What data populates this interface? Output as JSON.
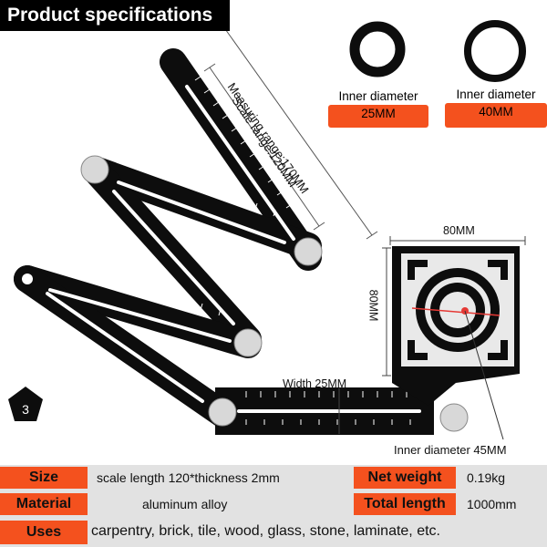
{
  "title": "Product specifications",
  "labels": {
    "measuring_range": "Measuring range:170MM",
    "scale_range": "Scale range:120MM",
    "width": "Width 25MM",
    "dim_top": "80MM",
    "dim_side": "80MM",
    "inner_45": "Inner diameter 45MM",
    "badge": "3"
  },
  "rings": [
    {
      "line1": "Inner diameter",
      "line2": "25MM"
    },
    {
      "line1": "Inner diameter",
      "line2": "40MM"
    }
  ],
  "specs": {
    "size_label": "Size",
    "size_value": "scale length 120*thickness 2mm",
    "weight_label": "Net weight",
    "weight_value": "0.19kg",
    "material_label": "Material",
    "material_value": "aluminum alloy",
    "length_label": "Total length",
    "length_value": "1000mm",
    "uses_label": "Uses",
    "uses_value": "carpentry, brick, tile, wood, glass, stone, laminate, etc."
  },
  "colors": {
    "accent": "#f4511e",
    "ruler": "#0d0d0d",
    "panel": "#e9e9e9"
  }
}
